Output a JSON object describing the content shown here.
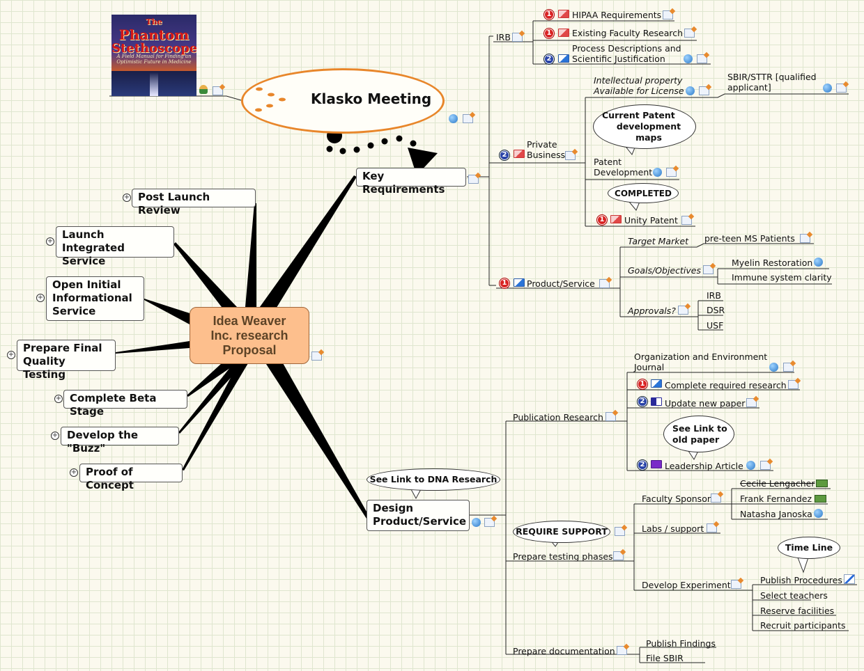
{
  "central": {
    "line1": "Idea Weaver",
    "line2": "Inc. research",
    "line3": "Proposal"
  },
  "book_cover": {
    "title_line1": "The",
    "title_line2": "Phantom",
    "title_line3": "Stethoscope",
    "subtitle": "A Field Manual for Finding an Optimistic Future in Medicine"
  },
  "klasko": {
    "label": "Klasko Meeting"
  },
  "left_topics": [
    {
      "label": "Post Launch Review"
    },
    {
      "label1": "Launch Integrated",
      "label2": "Service"
    },
    {
      "label1": "Open Initial",
      "label2": "Informational",
      "label3": "Service"
    },
    {
      "label1": "Prepare Final",
      "label2": "Quality Testing"
    },
    {
      "label": "Complete Beta Stage"
    },
    {
      "label": "Develop the \"Buzz\""
    },
    {
      "label": "Proof of Concept"
    }
  ],
  "key_requirements": {
    "label": "Key Requirements",
    "irb": {
      "label": "IRB",
      "children": [
        {
          "priority": "1",
          "label": "HIPAA Requirements"
        },
        {
          "priority": "1",
          "label": "Existing Faculty Research"
        },
        {
          "priority": "2",
          "label1": "Process Descriptions and",
          "label2": "Scientific Justification"
        }
      ]
    },
    "private_business": {
      "priority": "2",
      "label1": "Private",
      "label2": "Business",
      "ip": {
        "label1": "Intellectual property",
        "label2": "Available for License",
        "child1": "SBIR/STTR [qualified",
        "child2": "applicant]"
      },
      "patent_dev": {
        "label1": "Patent",
        "label2": "Development",
        "callout1": "Current Patent",
        "callout2": "development maps"
      },
      "completed_callout": "COMPLETED",
      "unity": {
        "priority": "1",
        "label": "Unity Patent"
      }
    },
    "product_service": {
      "priority": "1",
      "label": "Product/Service",
      "target_market": {
        "label": "Target Market",
        "child": "pre-teen MS Patients"
      },
      "goals": {
        "label": "Goals/Objectives",
        "children": [
          "Myelin Restoration",
          "Immune system clarity"
        ]
      },
      "approvals": {
        "label": "Approvals?",
        "children": [
          "IRB",
          "DSR",
          "USF"
        ]
      }
    }
  },
  "design": {
    "label1": "Design",
    "label2": "Product/Service",
    "callout": "See Link to DNA Research",
    "publication": {
      "label": "Publication Research",
      "org_journal1": "Organization and Environment",
      "org_journal2": "Journal",
      "complete": {
        "priority": "1",
        "label": "Complete required research"
      },
      "update": {
        "priority": "2",
        "label": "Update new paper"
      },
      "callout1": "See Link to",
      "callout2": "old paper",
      "leadership": {
        "priority": "2",
        "label": "Leadership Article"
      }
    },
    "testing": {
      "label": "Prepare testing phases",
      "callout": "REQUIRE SUPPORT",
      "faculty": {
        "label": "Faculty Sponsor",
        "children": [
          "Cecile Lengacher",
          "Frank Fernandez",
          "Natasha Janoska"
        ]
      },
      "labs": {
        "label": "Labs / support"
      },
      "experiment": {
        "label": "Develop Experiment",
        "callout": "Time Line",
        "children": [
          "Publish Procedures",
          "Select teachers",
          "Reserve facilities",
          "Recruit participants"
        ]
      }
    },
    "documentation": {
      "label": "Prepare documentation",
      "children": [
        "Publish Findings",
        "File SBIR"
      ]
    }
  },
  "colors": {
    "central_fill": "#fdbf8d",
    "klasko_border": "#e8862a",
    "grid": "#dfe6cf",
    "background": "#fbf9ee"
  }
}
